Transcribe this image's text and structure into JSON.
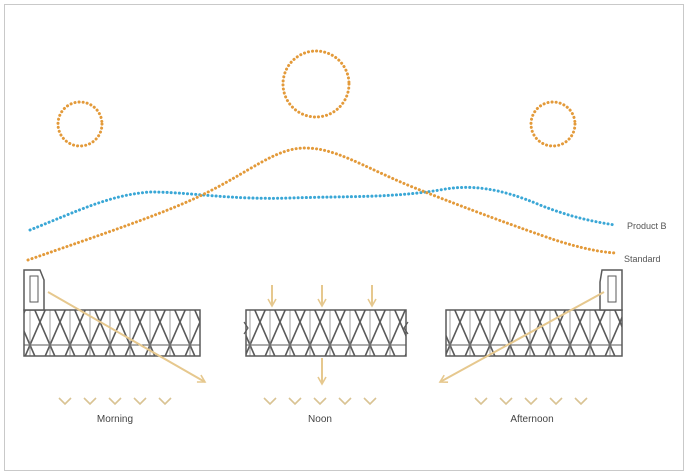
{
  "colors": {
    "standard": "#e39a3a",
    "product_b": "#3aa7d6",
    "arrow": "#e6c88e",
    "chevron": "#d9c393",
    "panel": "#5a5a5a",
    "frame": "#c9c9c9"
  },
  "series": {
    "product_b": "Product B",
    "standard": "Standard"
  },
  "times": {
    "morning": "Morning",
    "noon": "Noon",
    "afternoon": "Afternoon"
  }
}
